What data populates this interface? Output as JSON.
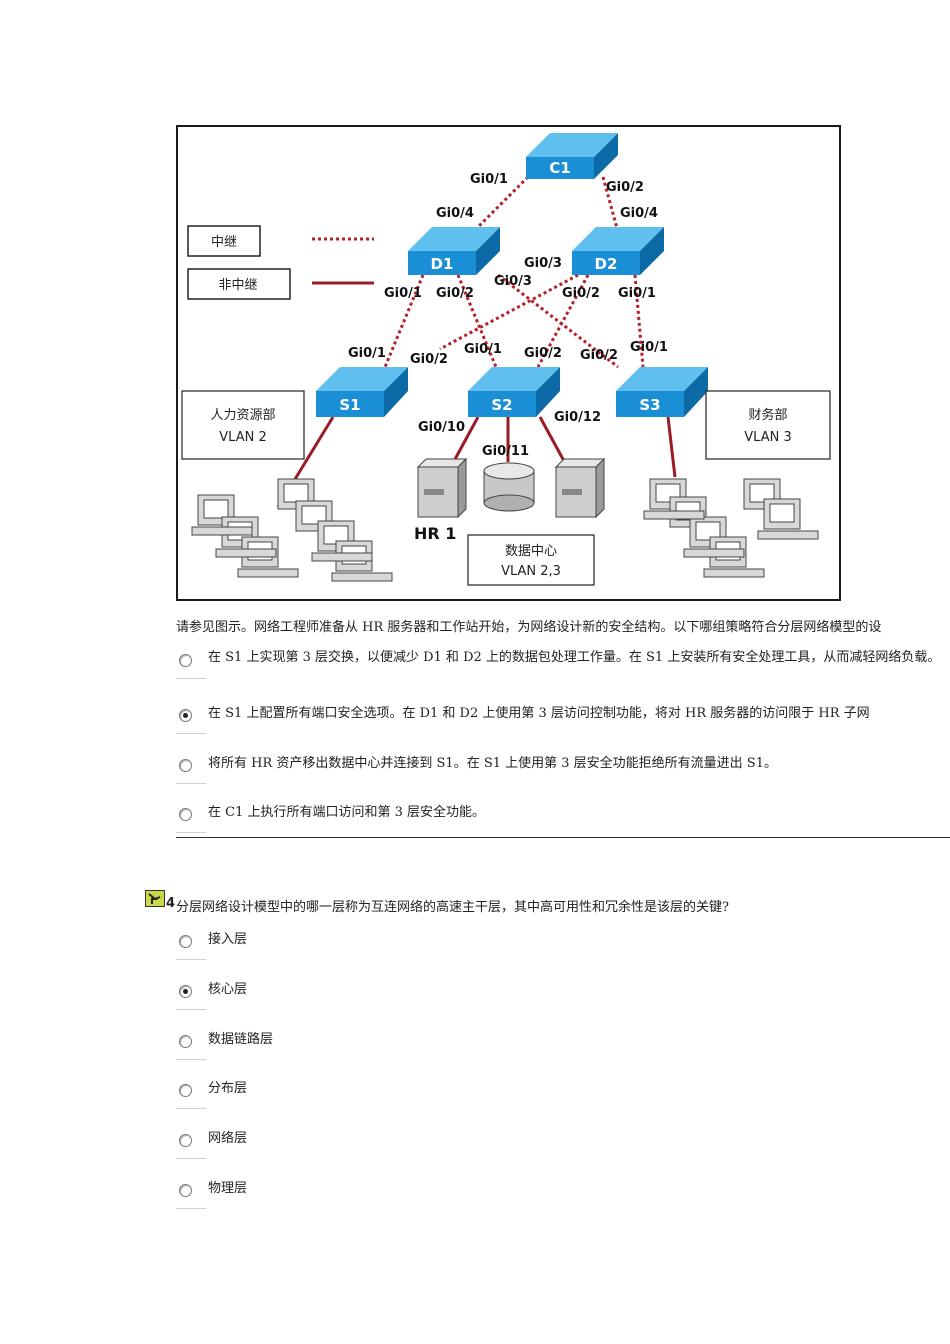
{
  "diagram": {
    "switches": [
      "C1",
      "D1",
      "D2",
      "S1",
      "S2",
      "S3"
    ],
    "ports": {
      "c1_gi01": "Gi0/1",
      "c1_gi02": "Gi0/2",
      "d1_gi04": "Gi0/4",
      "d2_gi04": "Gi0/4",
      "d1_gi01": "Gi0/1",
      "d1_gi02": "Gi0/2",
      "d2_gi03": "Gi0/3",
      "d2_gi02": "Gi0/2",
      "d2_gi01": "Gi0/1",
      "d1_gi03": "Gi0/3",
      "s1_gi01": "Gi0/1",
      "s1_gi02": "Gi0/2",
      "s2_gi01": "Gi0/1",
      "s2_gi02": "Gi0/2",
      "s3_gi02": "Gi0/2",
      "s3_gi01": "Gi0/1",
      "s2_gi010": "Gi0/10",
      "s2_gi011": "Gi0/11",
      "s2_gi012": "Gi0/12"
    },
    "legend": {
      "trunk": "中继",
      "nontrunk": "非中继"
    },
    "hr_box": {
      "line1": "人力资源部",
      "line2": "VLAN 2"
    },
    "finance_box": {
      "line1": "财务部",
      "line2": "VLAN 3"
    },
    "datacenter_box": {
      "line1": "数据中心",
      "line2": "VLAN 2,3"
    },
    "hr1": "HR 1",
    "colors": {
      "switch": "#1a8fd6",
      "trunk": "#b5202a",
      "nontrunk": "#9a1b24"
    }
  },
  "q3": {
    "text": "请参见图示。网络工程师准备从 HR 服务器和工作站开始，为网络设计新的安全结构。以下哪组策略符合分层网络模型的设",
    "options": [
      {
        "text": "在 S1 上实现第 3 层交换，以便减少 D1 和 D2 上的数据包处理工作量。在 S1 上安装所有安全处理工具，从而减轻网络负载。",
        "checked": false
      },
      {
        "text": "在 S1 上配置所有端口安全选项。在 D1 和 D2 上使用第 3 层访问控制功能，将对 HR 服务器的访问限于 HR 子网",
        "checked": true
      },
      {
        "text": "将所有 HR 资产移出数据中心并连接到 S1。在 S1 上使用第 3 层安全功能拒绝所有流量进出 S1。",
        "checked": false
      },
      {
        "text": "在 C1 上执行所有端口访问和第 3 层安全功能。",
        "checked": false
      }
    ]
  },
  "q4": {
    "number": "4",
    "text": "分层网络设计模型中的哪一层称为互连网络的高速主干层，其中高可用性和冗余性是该层的关键?",
    "options": [
      {
        "text": "接入层",
        "checked": false
      },
      {
        "text": "核心层",
        "checked": true
      },
      {
        "text": "数据链路层",
        "checked": false
      },
      {
        "text": "分布层",
        "checked": false
      },
      {
        "text": "网络层",
        "checked": false
      },
      {
        "text": "物理层",
        "checked": false
      }
    ]
  }
}
